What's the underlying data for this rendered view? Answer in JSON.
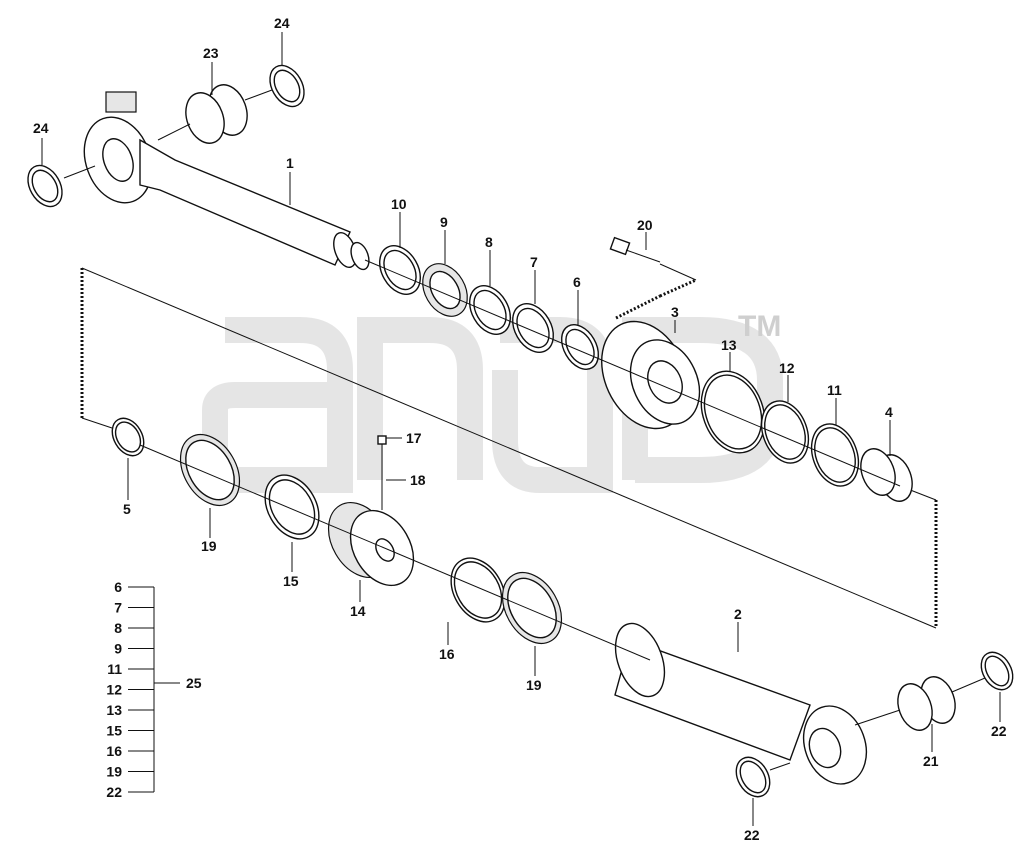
{
  "diagram": {
    "watermark": "TM",
    "callouts": {
      "c1": "1",
      "c2": "2",
      "c3": "3",
      "c4": "4",
      "c5": "5",
      "c6": "6",
      "c7": "7",
      "c8": "8",
      "c9": "9",
      "c10": "10",
      "c11": "11",
      "c12": "12",
      "c13": "13",
      "c14": "14",
      "c15": "15",
      "c16": "16",
      "c17": "17",
      "c18": "18",
      "c19a": "19",
      "c19b": "19",
      "c20": "20",
      "c21": "21",
      "c22a": "22",
      "c22b": "22",
      "c23": "23",
      "c24a": "24",
      "c24b": "24"
    },
    "kit": {
      "label": "25",
      "items": [
        "6",
        "7",
        "8",
        "9",
        "11",
        "12",
        "13",
        "15",
        "16",
        "19",
        "22"
      ]
    }
  }
}
